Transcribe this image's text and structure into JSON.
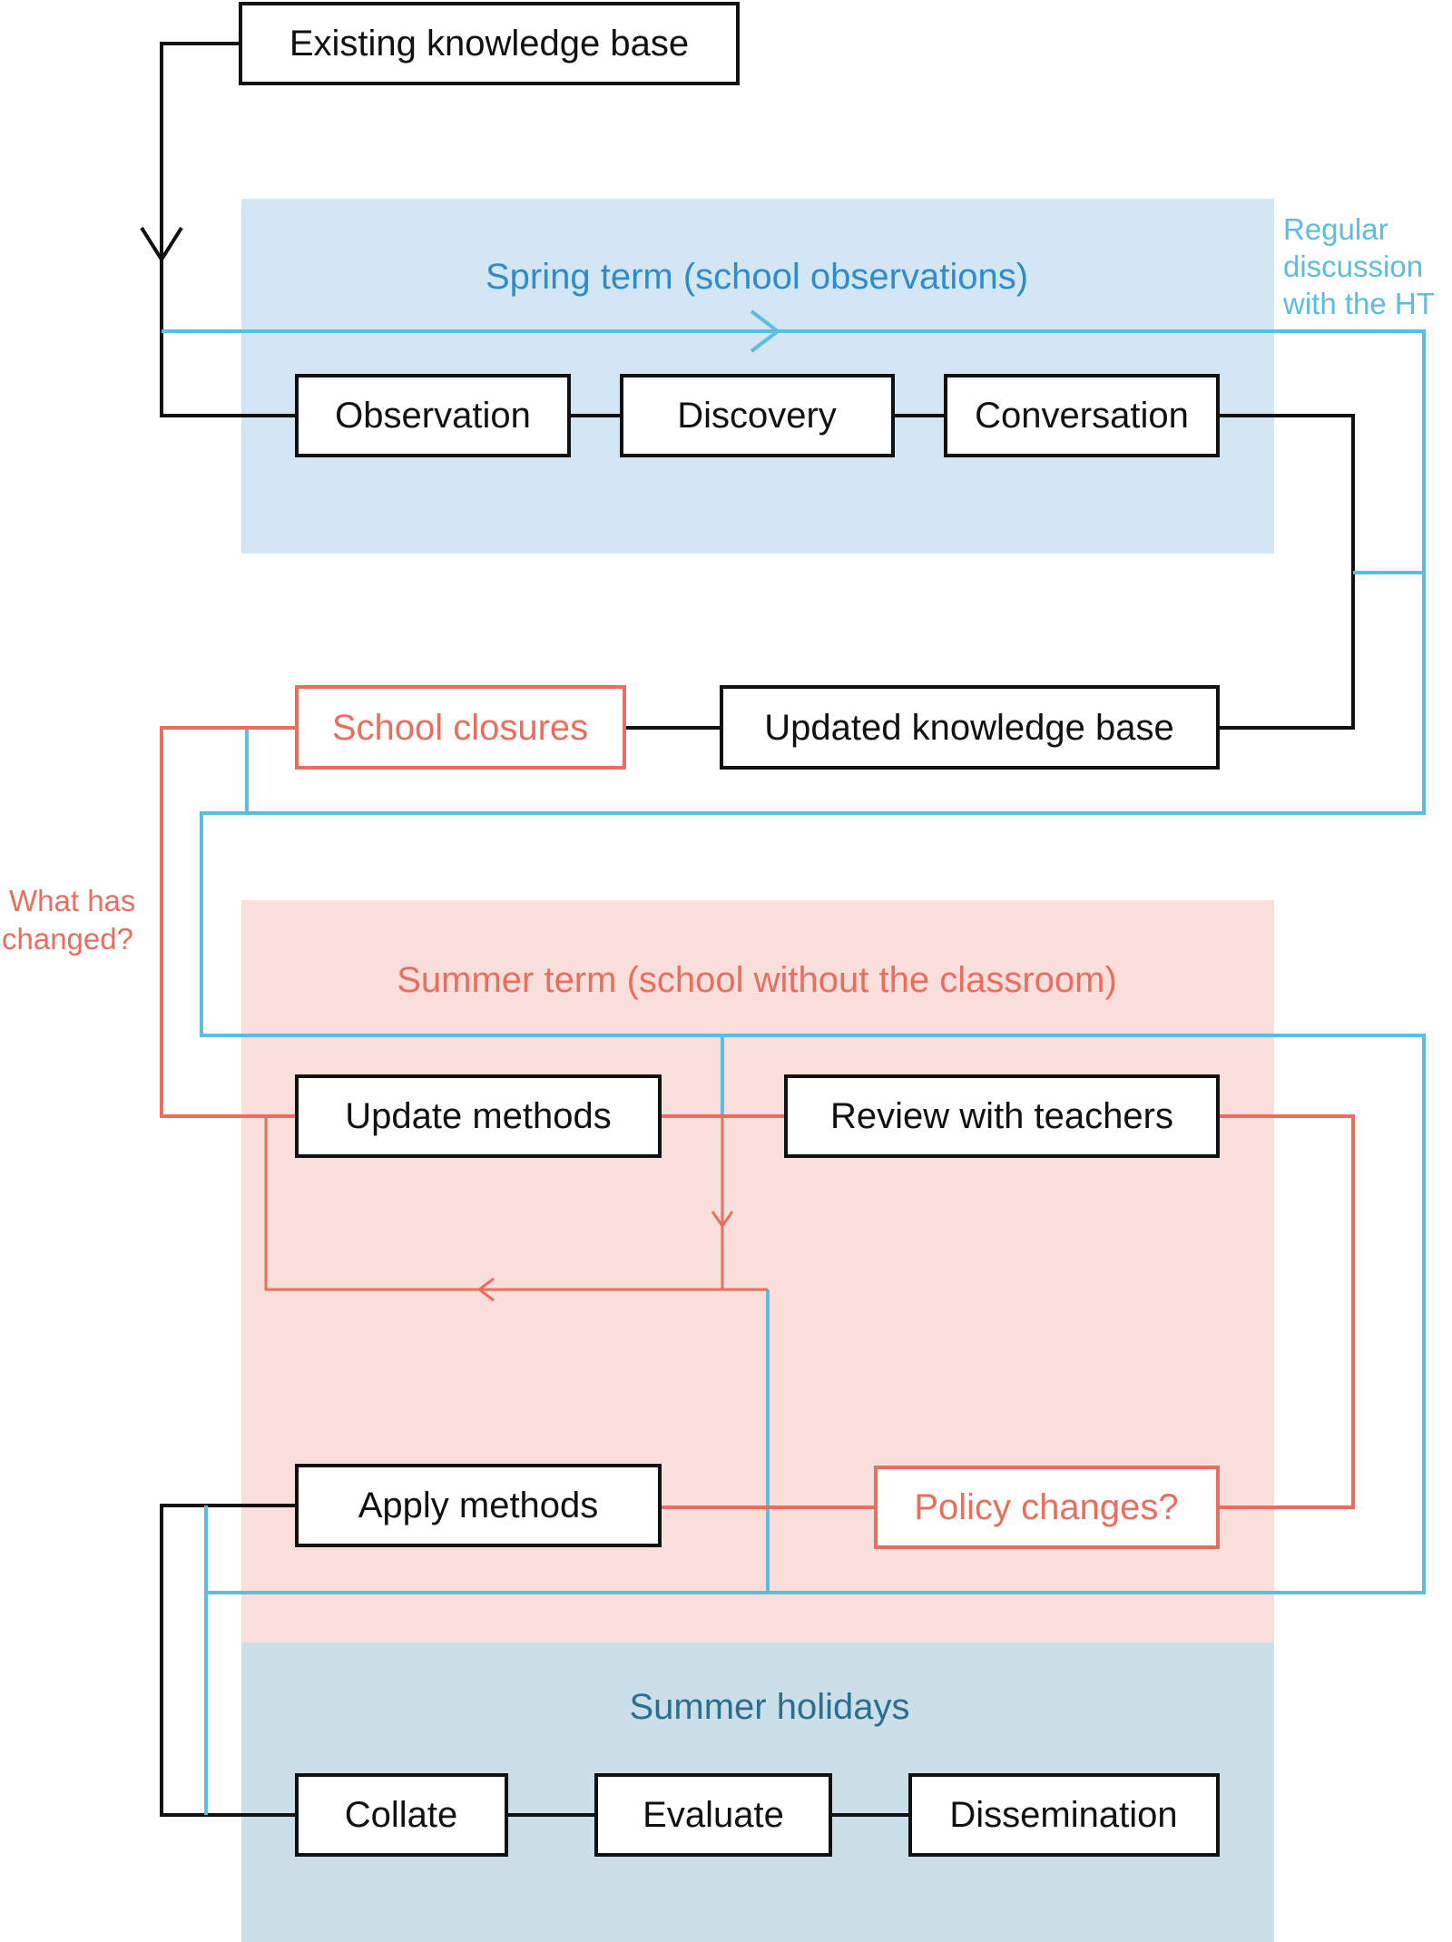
{
  "colors": {
    "black": "#111111",
    "blue": "#5bbde0",
    "blue_text": "#2e8ccc",
    "red": "#e96e5e",
    "spring_bg": "#d2e6f3",
    "summer_term_bg": "#f9dfdc",
    "summer_holidays_bg": "#cbdfe8",
    "holidays_text": "#2a6f8e"
  },
  "sections": {
    "spring": "Spring term (school observations)",
    "summer_term": "Summer term (school without the classroom)",
    "summer_holidays": "Summer holidays"
  },
  "boxes": {
    "existing": "Existing knowledge base",
    "observation": "Observation",
    "discovery": "Discovery",
    "conversation": "Conversation",
    "school_closures": "School closures",
    "updated_kb": "Updated knowledge base",
    "update_methods": "Update methods",
    "review_teachers": "Review with teachers",
    "apply_methods": "Apply methods",
    "policy_changes": "Policy changes?",
    "collate": "Collate",
    "evaluate": "Evaluate",
    "dissemination": "Dissemination"
  },
  "side_labels": {
    "regular_discussion": [
      "Regular",
      "discussion",
      "with the HT"
    ],
    "what_has_changed": [
      "What has",
      "changed?"
    ]
  }
}
